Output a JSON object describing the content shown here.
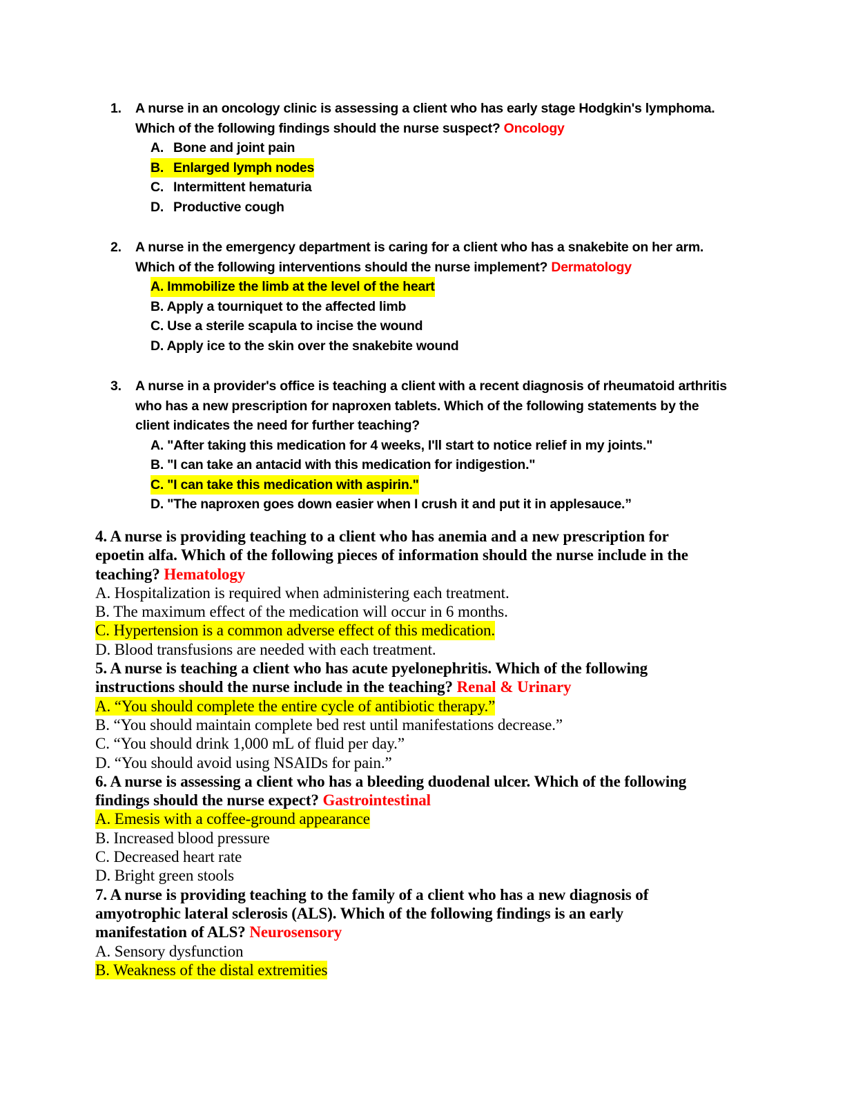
{
  "document": {
    "title": "Nursing Practice Questions",
    "colors": {
      "specialty_tag": "#FF0000",
      "highlight": "#FFFF00",
      "text": "#000000",
      "background": "#FFFFFF"
    }
  },
  "questions": [
    {
      "number": "1.",
      "stem_line1": "A nurse in an oncology clinic is assessing a client who has early stage Hodgkin's lymphoma.",
      "stem_line2": "Which of the following findings should the nurse suspect?",
      "specialty": "Oncology",
      "style": "sans-indented",
      "options": [
        {
          "letter": "A.",
          "text": "Bone and joint pain",
          "highlighted": false
        },
        {
          "letter": "B.",
          "text": "Enlarged lymph nodes",
          "highlighted": true
        },
        {
          "letter": "C.",
          "text": "Intermittent hematuria",
          "highlighted": false
        },
        {
          "letter": "D.",
          "text": "Productive cough",
          "highlighted": false
        }
      ]
    },
    {
      "number": "2.",
      "stem_line1": "A nurse in the emergency department is caring for a client who has a snakebite on her arm.",
      "stem_line2": "Which of the following interventions should the nurse implement?",
      "specialty": "Dermatology",
      "style": "sans-flat",
      "options": [
        {
          "letter": "A.",
          "text": "Immobilize the limb at the level of the heart",
          "highlighted": true
        },
        {
          "letter": "B.",
          "text": "Apply a tourniquet to the affected limb",
          "highlighted": false
        },
        {
          "letter": "C.",
          "text": "Use a sterile scapula to incise the wound",
          "highlighted": false
        },
        {
          "letter": "D.",
          "text": "Apply ice to the skin over the snakebite wound",
          "highlighted": false
        }
      ]
    },
    {
      "number": "3.",
      "stem_line1": "A nurse in a provider's office is teaching a client with a recent diagnosis of rheumatoid arthritis",
      "stem_line2": "who has a new prescription for naproxen tablets. Which of the following statements by the",
      "stem_line3": "client indicates the need for further teaching?",
      "specialty": "",
      "style": "sans-flat",
      "options": [
        {
          "letter": "A.",
          "text": "\"After taking this medication for 4 weeks, I'll start to notice relief in my joints.\"",
          "highlighted": false
        },
        {
          "letter": "B.",
          "text": "\"I can take an antacid with this medication for indigestion.\"",
          "highlighted": false
        },
        {
          "letter": "C.",
          "text": "\"I can take this medication with aspirin.\"",
          "highlighted": true
        },
        {
          "letter": "D.",
          "text": "\"The naproxen goes down easier when I crush it and put it in applesauce.”",
          "highlighted": false
        }
      ]
    },
    {
      "number": "4.",
      "stem_line1": "4. A nurse is providing teaching to a client who has anemia and a new prescription for",
      "stem_line2": "epoetin alfa. Which of the following pieces of information should the nurse include in the",
      "stem_line3": "teaching?",
      "specialty": "Hematology",
      "style": "serif",
      "options": [
        {
          "letter": "A.",
          "text": "A. Hospitalization is required when administering each treatment.",
          "highlighted": false
        },
        {
          "letter": "B.",
          "text": "B. The maximum effect of the medication will occur in 6 months.",
          "highlighted": false
        },
        {
          "letter": "C.",
          "text": "C. Hypertension is a common adverse effect of this medication.",
          "highlighted": true
        },
        {
          "letter": "D.",
          "text": "D. Blood transfusions are needed with each treatment.",
          "highlighted": false
        }
      ]
    },
    {
      "number": "5.",
      "stem_line1": "5. A nurse is teaching a client who has acute pyelonephritis. Which of the following",
      "stem_line2": "instructions should the nurse include in the teaching?",
      "specialty": "Renal & Urinary",
      "style": "serif",
      "options": [
        {
          "letter": "A.",
          "text": "A. “You should complete the entire cycle of antibiotic therapy.”",
          "highlighted": true
        },
        {
          "letter": "B.",
          "text": "B. “You should maintain complete bed rest until manifestations decrease.”",
          "highlighted": false
        },
        {
          "letter": "C.",
          "text": "C. “You should drink 1,000 mL of fluid per day.”",
          "highlighted": false
        },
        {
          "letter": "D.",
          "text": "D. “You should avoid using NSAIDs for pain.”",
          "highlighted": false
        }
      ]
    },
    {
      "number": "6.",
      "stem_line1": "6. A nurse is assessing a client who has a bleeding duodenal ulcer. Which of the following",
      "stem_line2": "findings should the nurse expect?",
      "specialty": "Gastrointestinal",
      "style": "serif",
      "options": [
        {
          "letter": "A.",
          "text": "A. Emesis with a coffee-ground appearance",
          "highlighted": true
        },
        {
          "letter": "B.",
          "text": "B. Increased blood pressure",
          "highlighted": false
        },
        {
          "letter": "C.",
          "text": "C. Decreased heart rate",
          "highlighted": false
        },
        {
          "letter": "D.",
          "text": "D. Bright green stools",
          "highlighted": false
        }
      ]
    },
    {
      "number": "7.",
      "stem_line1": "7. A nurse is providing teaching to the family of a client who has a new diagnosis of",
      "stem_line2": "amyotrophic lateral sclerosis (ALS). Which of the following findings is an early",
      "stem_line3": "manifestation of ALS?",
      "specialty": "Neurosensory",
      "style": "serif",
      "options": [
        {
          "letter": "A.",
          "text": "A. Sensory dysfunction",
          "highlighted": false
        },
        {
          "letter": "B.",
          "text": "B. Weakness of the distal extremities",
          "highlighted": true
        }
      ]
    }
  ]
}
